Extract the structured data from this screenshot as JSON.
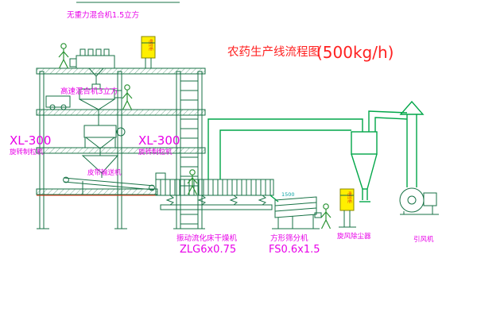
{
  "title": {
    "name": "农药生产线流程图",
    "capacity": "(500kg/h)"
  },
  "labels": {
    "top_mixer": "无重力混合机1.5立方",
    "mid_mixer": "高速混合机3立方",
    "left_granulator_model": "XL-300",
    "left_granulator_name": "旋转制粒机",
    "mid_granulator_model": "XL-300",
    "mid_granulator_name": "旋转制粒机",
    "belt_conveyor": "皮带输送机",
    "dryer_name": "振动流化床干燥机",
    "dryer_model": "ZLG6x0.75",
    "sifter_name": "方形筛分机",
    "sifter_model": "FS0.6x1.5",
    "cyclone": "旋风除尘器",
    "fan": "引风机",
    "control_cabinet_top": "电控柜",
    "control_cabinet_bottom": "电控柜",
    "dim_sifter": "1500"
  },
  "colors": {
    "structure_green": "#177245",
    "piping_green": "#00a648",
    "label_magenta": "#e800e8",
    "title_red": "#ff2020",
    "cabinet_yellow": "#ffef00",
    "dimension_cyan": "#00a0a0"
  }
}
